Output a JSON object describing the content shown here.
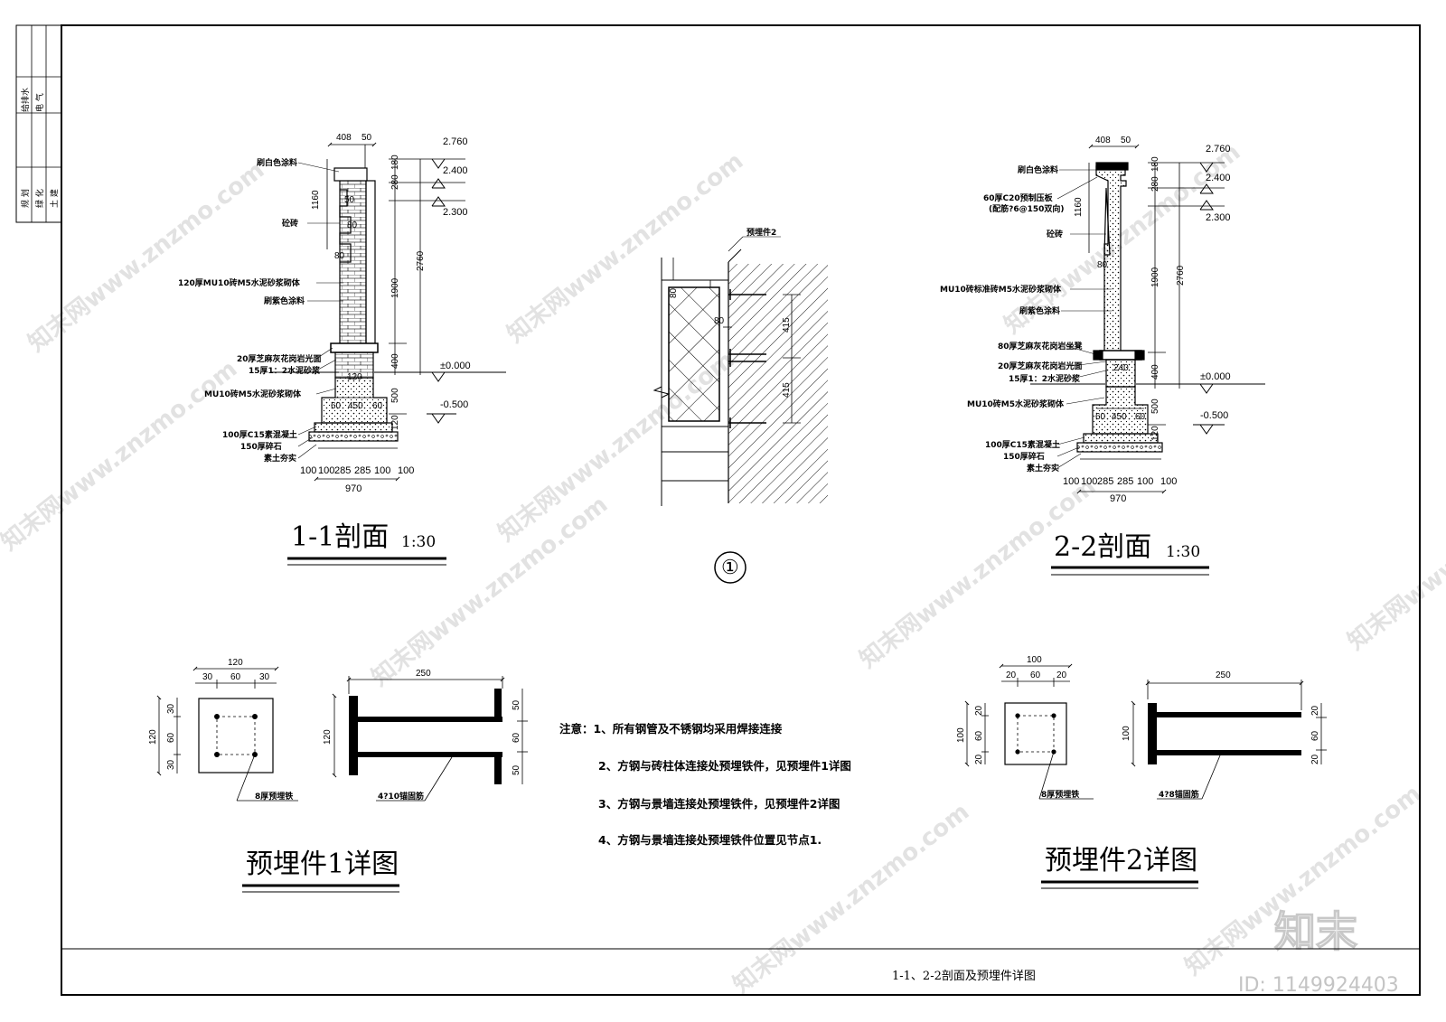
{
  "title_block": {
    "side_labels": [
      "给排水",
      "电 气",
      "规 划",
      "绿 化",
      "土 建"
    ],
    "drawing_title": "1-1、2-2剖面及预埋件详图"
  },
  "section_1": {
    "title": "1-1剖面",
    "scale": "1:30",
    "top_dims": [
      "408",
      "50"
    ],
    "heights_left": [
      "280",
      "180",
      "1160",
      "50",
      "80",
      "80"
    ],
    "heights_right": [
      "1900",
      "2760",
      "400",
      "500",
      "120"
    ],
    "base_dims": [
      "60",
      "450",
      "60"
    ],
    "bottom_dims": [
      "100",
      "100",
      "285",
      "285",
      "100",
      "100"
    ],
    "total_width": "970",
    "mid_dim": "120",
    "levels": [
      "2.760",
      "2.400",
      "2.300",
      "±0.000",
      "-0.500"
    ],
    "labels": [
      "刷白色涂料",
      "砼砖",
      "120厚MU10砖M5水泥砂浆砌体",
      "刷紫色涂料",
      "20厚芝麻灰花岗岩光面",
      "15厚1：2水泥砂浆",
      "MU10砖M5水泥砂浆砌体",
      "100厚C15素混凝土",
      "150厚碎石",
      "素土夯实"
    ]
  },
  "section_2": {
    "title": "2-2剖面",
    "scale": "1:30",
    "top_dims": [
      "408",
      "50"
    ],
    "heights_left": [
      "280",
      "180",
      "1160",
      "80"
    ],
    "heights_right": [
      "1900",
      "2760",
      "400",
      "500",
      "120"
    ],
    "base_dims": [
      "60",
      "450",
      "60"
    ],
    "bottom_dims": [
      "100",
      "100",
      "285",
      "285",
      "100",
      "100"
    ],
    "total_width": "970",
    "mid_dim": "240",
    "levels": [
      "2.760",
      "2.400",
      "2.300",
      "±0.000",
      "-0.500"
    ],
    "labels": [
      "刷白色涂料",
      "60厚C20预制压板",
      "(配筋?6@150双向)",
      "砼砖",
      "MU10砖标准砖M5水泥砂浆砌体",
      "刷紫色涂料",
      "80厚芝麻灰花岗岩坐凳",
      "20厚芝麻灰花岗岩光面",
      "15厚1：2水泥砂浆",
      "MU10砖M5水泥砂浆砌体",
      "100厚C15素混凝土",
      "150厚碎石",
      "素土夯实"
    ]
  },
  "node_1": {
    "symbol": "①",
    "label": "预埋件2",
    "dims": [
      "80",
      "80",
      "415",
      "415"
    ]
  },
  "embed_1": {
    "title": "预埋件1详图",
    "plan_dims_top": [
      "120",
      "30",
      "60",
      "30"
    ],
    "plan_dims_left": [
      "120",
      "30",
      "60",
      "30"
    ],
    "plan_label": "8厚预埋铁",
    "side_dim_top": "250",
    "side_dim_left": "120",
    "side_dims_right": [
      "50",
      "60",
      "50"
    ],
    "side_label": "4?10锚固筋"
  },
  "embed_2": {
    "title": "预埋件2详图",
    "plan_dims_top": [
      "100",
      "20",
      "60",
      "20"
    ],
    "plan_dims_left": [
      "100",
      "20",
      "60",
      "20"
    ],
    "plan_label": "8厚预埋铁",
    "side_dim_top": "250",
    "side_dim_left": "100",
    "side_dims_right": [
      "20",
      "60",
      "20"
    ],
    "side_label": "4?8锚固筋"
  },
  "notes": [
    "注意：1、所有钢管及不锈钢均采用焊接连接",
    "2、方钢与砖柱体连接处预埋铁件，见预埋件1详图",
    "3、方钢与景墙连接处预埋铁件，见预埋件2详图",
    "4、方钢与景墙连接处预埋铁件位置见节点1."
  ],
  "watermark": {
    "text": "知末网www.znzmo.com",
    "logo": "知末",
    "id": "ID: 1149924403"
  }
}
